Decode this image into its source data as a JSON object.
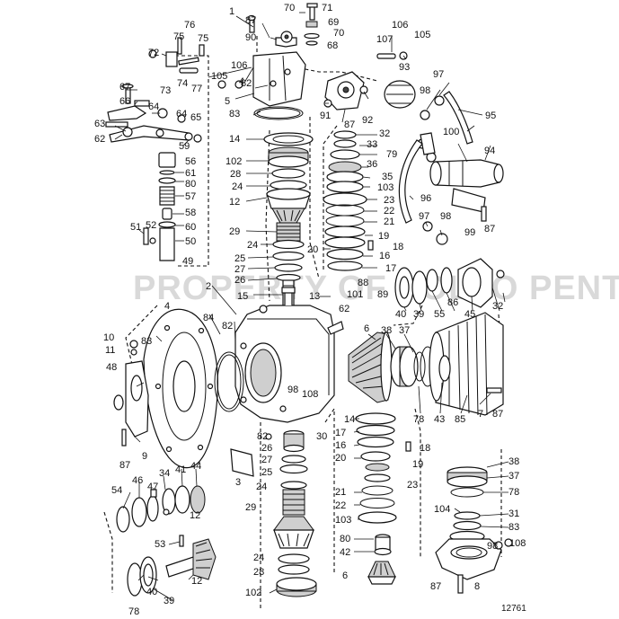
{
  "drawing_number": "12761",
  "watermark": "PROPERTY OF VOLVO PENTA",
  "callouts": [
    {
      "id": "c1",
      "text": "1"
    },
    {
      "id": "c87a",
      "text": "87"
    },
    {
      "id": "c70a",
      "text": "70"
    },
    {
      "id": "c71",
      "text": "71"
    },
    {
      "id": "c69",
      "text": "69"
    },
    {
      "id": "c70b",
      "text": "70"
    },
    {
      "id": "c90",
      "text": "90"
    },
    {
      "id": "c68",
      "text": "68"
    },
    {
      "id": "c76",
      "text": "76"
    },
    {
      "id": "c75a",
      "text": "75"
    },
    {
      "id": "c75b",
      "text": "75"
    },
    {
      "id": "c72",
      "text": "72"
    },
    {
      "id": "c73",
      "text": "73"
    },
    {
      "id": "c74",
      "text": "74"
    },
    {
      "id": "c77",
      "text": "77"
    },
    {
      "id": "c105a",
      "text": "105"
    },
    {
      "id": "c106a",
      "text": "106"
    },
    {
      "id": "c82a",
      "text": "82"
    },
    {
      "id": "c4a",
      "text": "4"
    },
    {
      "id": "c5",
      "text": "5"
    },
    {
      "id": "c83a",
      "text": "83"
    },
    {
      "id": "c106b",
      "text": "106"
    },
    {
      "id": "c105b",
      "text": "105"
    },
    {
      "id": "c107",
      "text": "107"
    },
    {
      "id": "c93",
      "text": "93"
    },
    {
      "id": "c97",
      "text": "97"
    },
    {
      "id": "c98a",
      "text": "98"
    },
    {
      "id": "c91",
      "text": "91"
    },
    {
      "id": "c92",
      "text": "92"
    },
    {
      "id": "c95",
      "text": "95"
    },
    {
      "id": "c87b",
      "text": "87"
    },
    {
      "id": "c67",
      "text": "67"
    },
    {
      "id": "c66",
      "text": "66"
    },
    {
      "id": "c64a",
      "text": "64"
    },
    {
      "id": "c64b",
      "text": "64"
    },
    {
      "id": "c65",
      "text": "65"
    },
    {
      "id": "c63",
      "text": "63"
    },
    {
      "id": "c62a",
      "text": "62"
    },
    {
      "id": "c59",
      "text": "59"
    },
    {
      "id": "c32a",
      "text": "32"
    },
    {
      "id": "c33",
      "text": "33"
    },
    {
      "id": "c14a",
      "text": "14"
    },
    {
      "id": "c102a",
      "text": "102"
    },
    {
      "id": "c79",
      "text": "79"
    },
    {
      "id": "c36",
      "text": "36"
    },
    {
      "id": "c28a",
      "text": "28"
    },
    {
      "id": "c35",
      "text": "35"
    },
    {
      "id": "c100",
      "text": "100"
    },
    {
      "id": "c94",
      "text": "94"
    },
    {
      "id": "c56",
      "text": "56"
    },
    {
      "id": "c61",
      "text": "61"
    },
    {
      "id": "c80a",
      "text": "80"
    },
    {
      "id": "c57",
      "text": "57"
    },
    {
      "id": "c58",
      "text": "58"
    },
    {
      "id": "c60",
      "text": "60"
    },
    {
      "id": "c50",
      "text": "50"
    },
    {
      "id": "c51",
      "text": "51"
    },
    {
      "id": "c52",
      "text": "52"
    },
    {
      "id": "c49",
      "text": "49"
    },
    {
      "id": "c24a",
      "text": "24"
    },
    {
      "id": "c103a",
      "text": "103"
    },
    {
      "id": "c12a",
      "text": "12"
    },
    {
      "id": "c23a",
      "text": "23"
    },
    {
      "id": "c96",
      "text": "96"
    },
    {
      "id": "c22a",
      "text": "22"
    },
    {
      "id": "c21a",
      "text": "21"
    },
    {
      "id": "c97b",
      "text": "97"
    },
    {
      "id": "c98b",
      "text": "98"
    },
    {
      "id": "c29a",
      "text": "29"
    },
    {
      "id": "c19a",
      "text": "19"
    },
    {
      "id": "c99",
      "text": "99"
    },
    {
      "id": "c87c",
      "text": "87"
    },
    {
      "id": "c24b",
      "text": "24"
    },
    {
      "id": "c20a",
      "text": "20"
    },
    {
      "id": "c18a",
      "text": "18"
    },
    {
      "id": "c25a",
      "text": "25"
    },
    {
      "id": "c16a",
      "text": "16"
    },
    {
      "id": "c27a",
      "text": "27"
    },
    {
      "id": "c17a",
      "text": "17"
    },
    {
      "id": "c26a",
      "text": "26"
    },
    {
      "id": "c2",
      "text": "2"
    },
    {
      "id": "c15",
      "text": "15"
    },
    {
      "id": "c13",
      "text": "13"
    },
    {
      "id": "c88",
      "text": "88"
    },
    {
      "id": "c101",
      "text": "101"
    },
    {
      "id": "c89",
      "text": "89"
    },
    {
      "id": "c62b",
      "text": "62"
    },
    {
      "id": "c4b",
      "text": "4"
    },
    {
      "id": "c40a",
      "text": "40"
    },
    {
      "id": "c39a",
      "text": "39"
    },
    {
      "id": "c55",
      "text": "55"
    },
    {
      "id": "c86",
      "text": "86"
    },
    {
      "id": "c45",
      "text": "45"
    },
    {
      "id": "c32b",
      "text": "32"
    },
    {
      "id": "c84",
      "text": "84"
    },
    {
      "id": "c82b",
      "text": "82"
    },
    {
      "id": "c10",
      "text": "10"
    },
    {
      "id": "c83b",
      "text": "83"
    },
    {
      "id": "c11",
      "text": "11"
    },
    {
      "id": "c48",
      "text": "48"
    },
    {
      "id": "c6a",
      "text": "6"
    },
    {
      "id": "c38a",
      "text": "38"
    },
    {
      "id": "c37a",
      "text": "37"
    },
    {
      "id": "c108a",
      "text": "108"
    },
    {
      "id": "c98c",
      "text": "98"
    },
    {
      "id": "c78a",
      "text": "78"
    },
    {
      "id": "c43",
      "text": "43"
    },
    {
      "id": "c85",
      "text": "85"
    },
    {
      "id": "c7",
      "text": "7"
    },
    {
      "id": "c87d",
      "text": "87"
    },
    {
      "id": "c14b",
      "text": "14"
    },
    {
      "id": "c17b",
      "text": "17"
    },
    {
      "id": "c16b",
      "text": "16"
    },
    {
      "id": "c18b",
      "text": "18"
    },
    {
      "id": "c20b",
      "text": "20"
    },
    {
      "id": "c19b",
      "text": "19"
    },
    {
      "id": "c82c",
      "text": "82"
    },
    {
      "id": "c30",
      "text": "30"
    },
    {
      "id": "c26b",
      "text": "26"
    },
    {
      "id": "c27b",
      "text": "27"
    },
    {
      "id": "c25b",
      "text": "25"
    },
    {
      "id": "c24c",
      "text": "24"
    },
    {
      "id": "c3",
      "text": "3"
    },
    {
      "id": "c87e",
      "text": "87"
    },
    {
      "id": "c9",
      "text": "9"
    },
    {
      "id": "c34",
      "text": "34"
    },
    {
      "id": "c41",
      "text": "41"
    },
    {
      "id": "c44",
      "text": "44"
    },
    {
      "id": "c46",
      "text": "46"
    },
    {
      "id": "c47",
      "text": "47"
    },
    {
      "id": "c54",
      "text": "54"
    },
    {
      "id": "c12b",
      "text": "12"
    },
    {
      "id": "c29b",
      "text": "29"
    },
    {
      "id": "c21b",
      "text": "21"
    },
    {
      "id": "c23b",
      "text": "23"
    },
    {
      "id": "c22b",
      "text": "22"
    },
    {
      "id": "c103b",
      "text": "103"
    },
    {
      "id": "c38b",
      "text": "38"
    },
    {
      "id": "c37b",
      "text": "37"
    },
    {
      "id": "c78b",
      "text": "78"
    },
    {
      "id": "c104",
      "text": "104"
    },
    {
      "id": "c31",
      "text": "31"
    },
    {
      "id": "c83c",
      "text": "83"
    },
    {
      "id": "c80b",
      "text": "80"
    },
    {
      "id": "c42",
      "text": "42"
    },
    {
      "id": "c53",
      "text": "53"
    },
    {
      "id": "c12c",
      "text": "12"
    },
    {
      "id": "c108b",
      "text": "108"
    },
    {
      "id": "c98d",
      "text": "98"
    },
    {
      "id": "c24d",
      "text": "24"
    },
    {
      "id": "c28b",
      "text": "28"
    },
    {
      "id": "c6b",
      "text": "6"
    },
    {
      "id": "c102b",
      "text": "102"
    },
    {
      "id": "c87f",
      "text": "87"
    },
    {
      "id": "c8",
      "text": "8"
    },
    {
      "id": "c78c",
      "text": "78"
    },
    {
      "id": "c40b",
      "text": "40"
    },
    {
      "id": "c39b",
      "text": "39"
    }
  ]
}
